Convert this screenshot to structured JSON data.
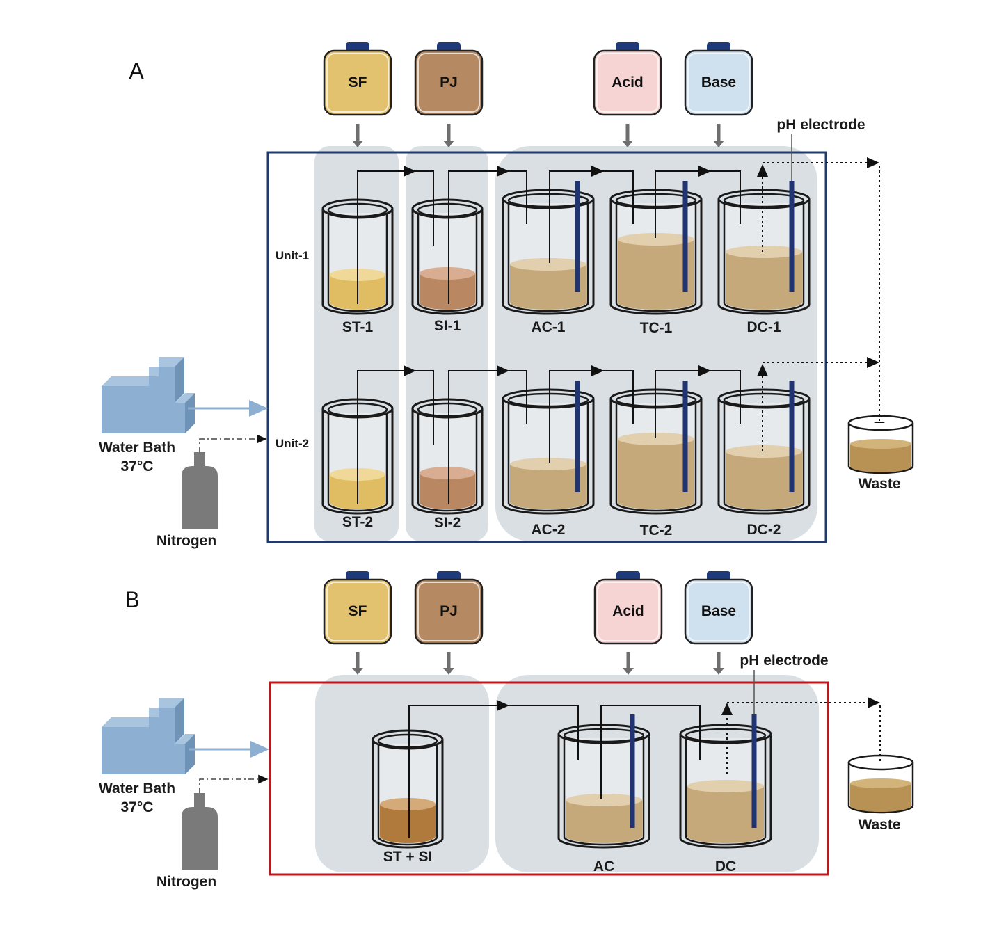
{
  "panel_a": {
    "letter": "A",
    "bottles": [
      "SF",
      "PJ",
      "Acid",
      "Base"
    ],
    "ph_label": "pH electrode",
    "rows": [
      {
        "label": "Unit-1",
        "vessels": [
          "ST-1",
          "SI-1",
          "AC-1",
          "TC-1",
          "DC-1"
        ]
      },
      {
        "label": "Unit-2",
        "vessels": [
          "ST-2",
          "SI-2",
          "AC-2",
          "TC-2",
          "DC-2"
        ]
      }
    ],
    "water_bath": [
      "Water Bath",
      "37°C"
    ],
    "nitrogen": "Nitrogen",
    "waste": "Waste"
  },
  "panel_b": {
    "letter": "B",
    "bottles": [
      "SF",
      "PJ",
      "Acid",
      "Base"
    ],
    "ph_label": "pH electrode",
    "vessels": [
      "ST + SI",
      "AC",
      "DC"
    ],
    "water_bath": [
      "Water Bath",
      "37°C"
    ],
    "nitrogen": "Nitrogen",
    "waste": "Waste"
  },
  "colors": {
    "frame_a": "#1f3a6e",
    "frame_b": "#c0151b",
    "zone": "#d9dfe3",
    "sf": "#e3c26f",
    "pj": "#b58a63",
    "acid": "#f6d4d4",
    "base": "#cfe0ee",
    "electrode": "#1f3470",
    "water_bath": "#8db0d2",
    "nitrogen": "#7a7a7a"
  }
}
